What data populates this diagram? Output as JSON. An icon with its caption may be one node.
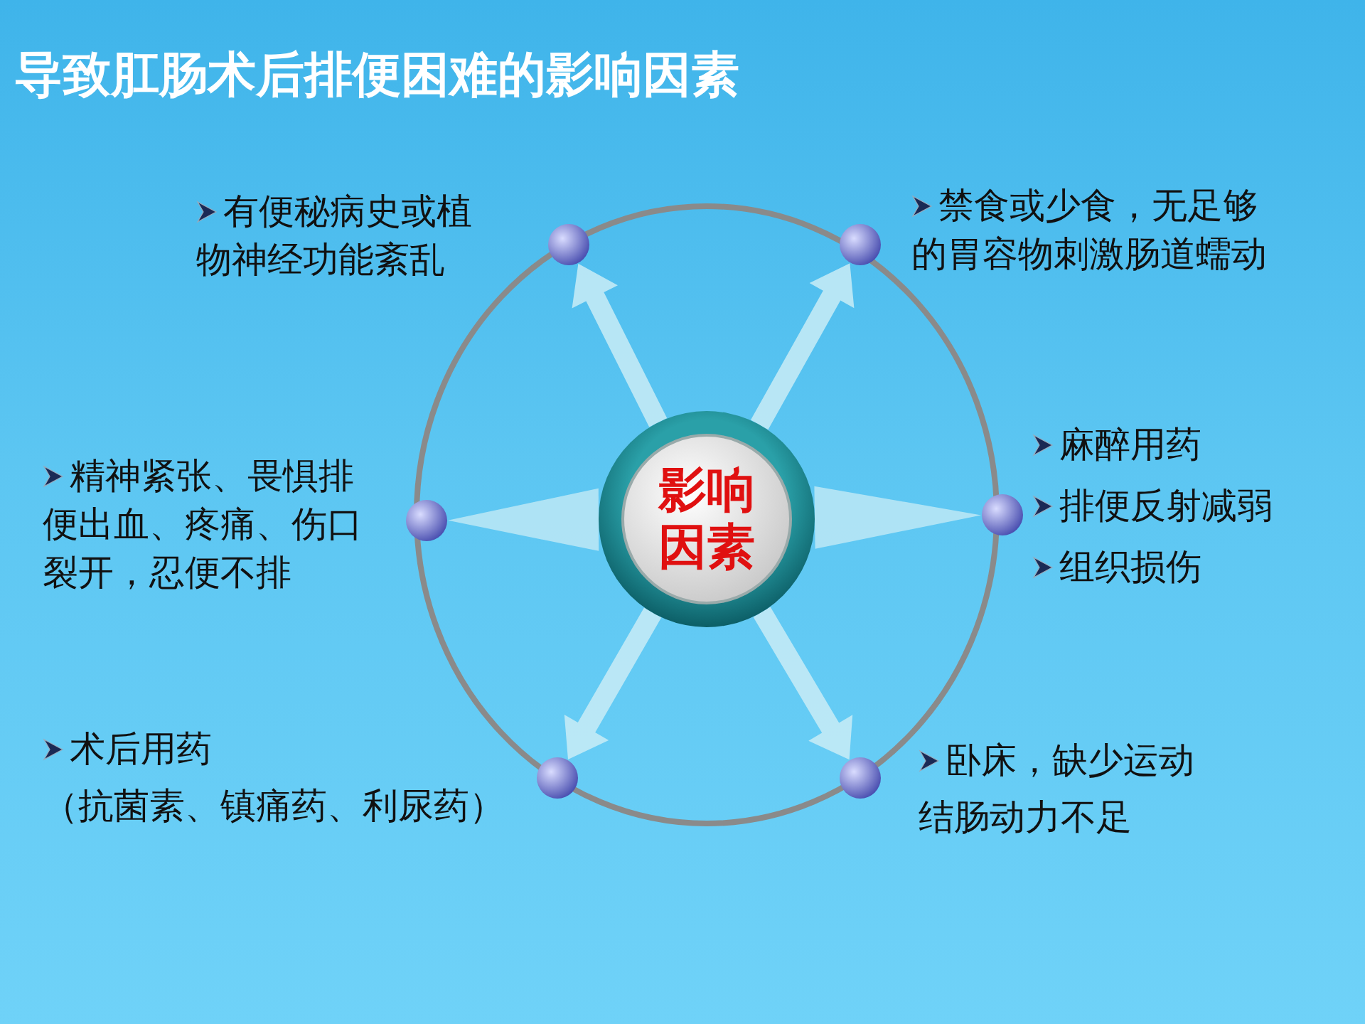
{
  "diagram": {
    "title": "导致肛肠术后排便困难的影响因素",
    "nodes": [
      {
        "text": [
          "影响因素"
        ]
      },
      {
        "text": [],
        "shape": "circle",
        "beside": [
          "有便秘病史或植物神经功能紊乱"
        ]
      },
      {
        "text": [],
        "shape": "circle",
        "beside": [
          "禁食或少食，无足够的胃容物刺激肠道蠕动"
        ]
      },
      {
        "text": [],
        "shape": "circle",
        "beside": [
          "精神紧张、畏惧排便出血、疼痛、伤口裂开，忍便不排"
        ]
      },
      {
        "text": [],
        "shape": "circle",
        "beside": [
          "麻醉用药",
          "排便反射减弱",
          "组织损伤"
        ]
      },
      {
        "text": [],
        "shape": "circle",
        "beside": [
          "术后用药",
          "（抗菌素、镇痛药、利尿药）"
        ]
      },
      {
        "text": [],
        "shape": "circle",
        "beside": [
          "卧床，缺少运动",
          "结肠动力不足"
        ]
      }
    ],
    "edges": [
      {
        "from": 0,
        "to": 1,
        "arrow": "to"
      },
      {
        "from": 0,
        "to": 2,
        "arrow": "to"
      },
      {
        "from": 0,
        "to": 3,
        "arrow": "to"
      },
      {
        "from": 0,
        "to": 4,
        "arrow": "to"
      },
      {
        "from": 0,
        "to": 5,
        "arrow": "to"
      },
      {
        "from": 0,
        "to": 6,
        "arrow": "to"
      }
    ]
  }
}
